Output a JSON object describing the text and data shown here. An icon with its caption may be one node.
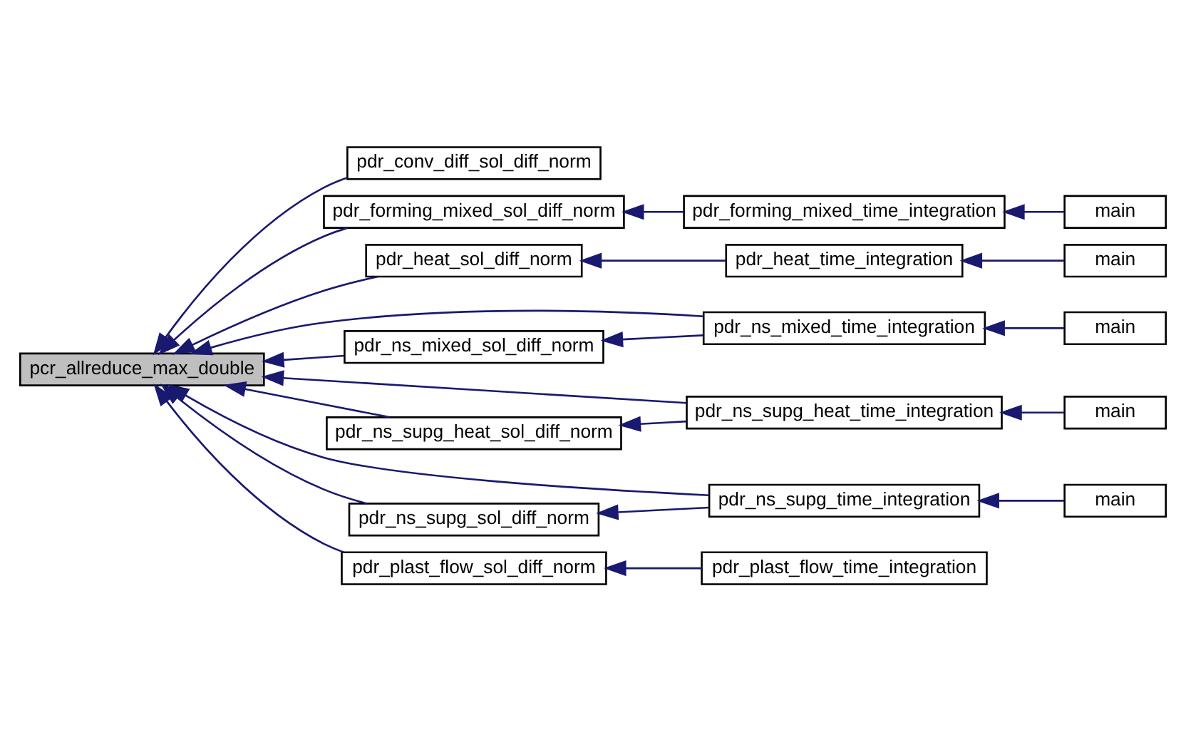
{
  "diagram": {
    "nodes": [
      {
        "text": [
          "pcr_allreduce_max_double"
        ]
      },
      {
        "text": [
          "pdr_conv_diff_sol_diff_norm"
        ]
      },
      {
        "text": [
          "pdr_forming_mixed_sol_diff_norm"
        ]
      },
      {
        "text": [
          "pdr_forming_mixed_time_integration"
        ]
      },
      {
        "text": [
          "main"
        ]
      },
      {
        "text": [
          "pdr_heat_sol_diff_norm"
        ]
      },
      {
        "text": [
          "pdr_heat_time_integration"
        ]
      },
      {
        "text": [
          "main"
        ]
      },
      {
        "text": [
          "pdr_ns_mixed_sol_diff_norm"
        ]
      },
      {
        "text": [
          "pdr_ns_mixed_time_integration"
        ]
      },
      {
        "text": [
          "main"
        ]
      },
      {
        "text": [
          "pdr_ns_supg_heat_sol_diff_norm"
        ]
      },
      {
        "text": [
          "pdr_ns_supg_heat_time_integration"
        ]
      },
      {
        "text": [
          "main"
        ]
      },
      {
        "text": [
          "pdr_ns_supg_sol_diff_norm"
        ]
      },
      {
        "text": [
          "pdr_ns_supg_time_integration"
        ]
      },
      {
        "text": [
          "main"
        ]
      },
      {
        "text": [
          "pdr_plast_flow_sol_diff_norm"
        ]
      },
      {
        "text": [
          "pdr_plast_flow_time_integration"
        ]
      }
    ],
    "edges": [
      {
        "from": 1,
        "to": 0,
        "arrow": "to"
      },
      {
        "from": 2,
        "to": 0,
        "arrow": "to"
      },
      {
        "from": 5,
        "to": 0,
        "arrow": "to"
      },
      {
        "from": 8,
        "to": 0,
        "arrow": "to"
      },
      {
        "from": 9,
        "to": 0,
        "arrow": "to"
      },
      {
        "from": 11,
        "to": 0,
        "arrow": "to"
      },
      {
        "from": 12,
        "to": 0,
        "arrow": "to"
      },
      {
        "from": 14,
        "to": 0,
        "arrow": "to"
      },
      {
        "from": 15,
        "to": 0,
        "arrow": "to"
      },
      {
        "from": 17,
        "to": 0,
        "arrow": "to"
      },
      {
        "from": 3,
        "to": 2,
        "arrow": "to"
      },
      {
        "from": 4,
        "to": 3,
        "arrow": "to"
      },
      {
        "from": 6,
        "to": 5,
        "arrow": "to"
      },
      {
        "from": 7,
        "to": 6,
        "arrow": "to"
      },
      {
        "from": 9,
        "to": 8,
        "arrow": "to"
      },
      {
        "from": 10,
        "to": 9,
        "arrow": "to"
      },
      {
        "from": 12,
        "to": 11,
        "arrow": "to"
      },
      {
        "from": 13,
        "to": 12,
        "arrow": "to"
      },
      {
        "from": 15,
        "to": 14,
        "arrow": "to"
      },
      {
        "from": 16,
        "to": 15,
        "arrow": "to"
      },
      {
        "from": 18,
        "to": 17,
        "arrow": "to"
      }
    ]
  }
}
